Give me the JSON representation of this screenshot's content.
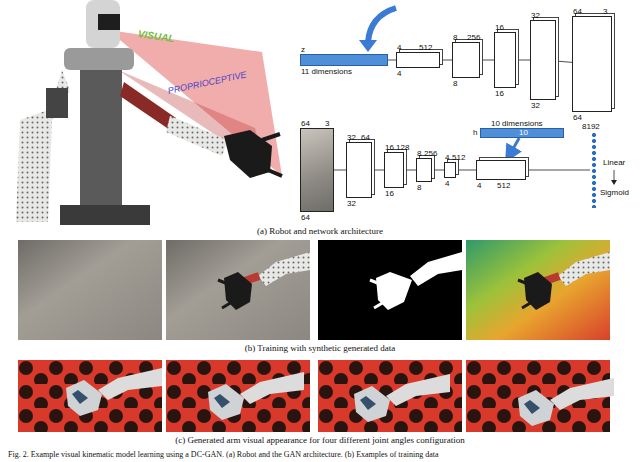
{
  "diagram": {
    "caption": "Fig. 2. Example visual kinematic model learning using a DC-GAN. (a) Robot and the GAN architecture. (b) Examples of training data",
    "nodes": [
      {
        "text": [
          "z",
          "11 dimensions"
        ]
      },
      {
        "text": [
          "4",
          "4",
          "512"
        ]
      },
      {
        "text": [
          "8",
          "8",
          "256"
        ]
      },
      {
        "text": [
          "16",
          "16"
        ]
      },
      {
        "text": [
          "32",
          "32"
        ]
      },
      {
        "text": [
          "64",
          "64",
          "3"
        ]
      },
      {
        "text": [
          "64",
          "64",
          "3"
        ]
      },
      {
        "text": [
          "32",
          "32",
          "64"
        ]
      },
      {
        "text": [
          "16",
          "16",
          "128"
        ]
      },
      {
        "text": [
          "8",
          "8",
          "256"
        ]
      },
      {
        "text": [
          "4",
          "4",
          "512"
        ]
      },
      {
        "text": [
          "h",
          "10 dimensions",
          "10"
        ]
      },
      {
        "text": [
          "4",
          "512"
        ]
      },
      {
        "text": [
          "8192"
        ]
      }
    ],
    "edges": [
      {
        "from": 0,
        "to": 1,
        "arrow": "none"
      },
      {
        "from": 1,
        "to": 2,
        "arrow": "none"
      },
      {
        "from": 2,
        "to": 3,
        "arrow": "none"
      },
      {
        "from": 3,
        "to": 4,
        "arrow": "none"
      },
      {
        "from": 4,
        "to": 5,
        "arrow": "none"
      },
      {
        "from": 6,
        "to": 7,
        "arrow": "none"
      },
      {
        "from": 7,
        "to": 8,
        "arrow": "none"
      },
      {
        "from": 8,
        "to": 9,
        "arrow": "none"
      },
      {
        "from": 9,
        "to": 10,
        "arrow": "none"
      },
      {
        "from": 10,
        "to": 12,
        "arrow": "none"
      },
      {
        "from": 11,
        "to": 12,
        "arrow": "to"
      },
      {
        "from": 12,
        "to": 13,
        "arrow": "none"
      }
    ],
    "labels": [
      "VISUAL",
      "PROPRIOCEPTIVE",
      "Linear",
      "Sigmoid",
      "(a) Robot and network architecture",
      "(b) Training with synthetic generated data",
      "(c) Generated arm visual appearance for four different joint angles configuration"
    ]
  }
}
